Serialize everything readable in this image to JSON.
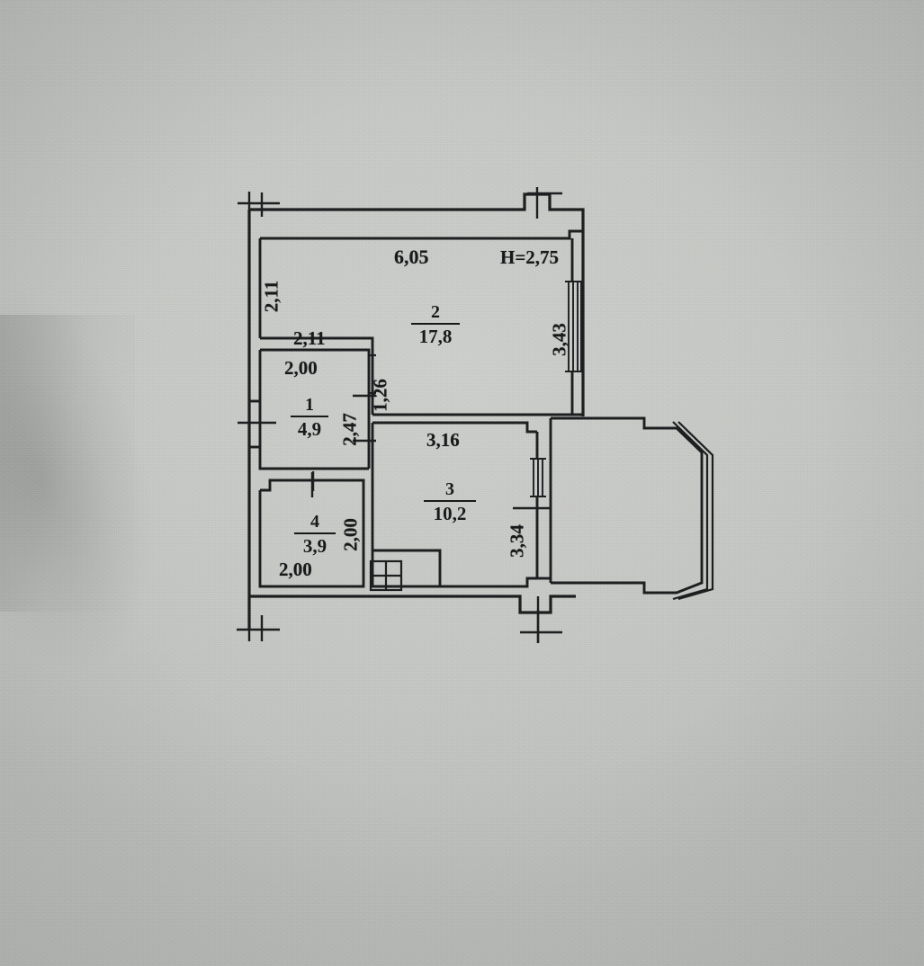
{
  "document": {
    "kind": "apartment-floor-plan-scan",
    "ceiling_height_label": "H=2,75"
  },
  "rooms": [
    {
      "id": "room-1",
      "number": "1",
      "area": "4,9"
    },
    {
      "id": "room-2",
      "number": "2",
      "area": "17,8"
    },
    {
      "id": "room-3",
      "number": "3",
      "area": "10,2"
    },
    {
      "id": "room-4",
      "number": "4",
      "area": "3,9"
    }
  ],
  "dimensions": {
    "top_main_width": "6,05",
    "ceiling_height": "H=2,75",
    "left_upper_height": "2,11",
    "room1_top_width": "2,11",
    "room1_inner_width": "2,00",
    "room1_right_height": "2,47",
    "corridor_height": "1,26",
    "room2_right_height": "3,43",
    "room3_top_width": "3,16",
    "room3_right_height": "3,34",
    "room4_right_height": "2,00",
    "room4_bottom_width": "2,00"
  },
  "symbols": {
    "ventilation_shaft": "ventilation-shaft-icon",
    "window_right_upper": "window-symbol",
    "window_right_lower": "window-symbol",
    "balcony": "loggia-outline"
  },
  "colors": {
    "paper": "#c9cbc8",
    "ink": "#17191a"
  }
}
